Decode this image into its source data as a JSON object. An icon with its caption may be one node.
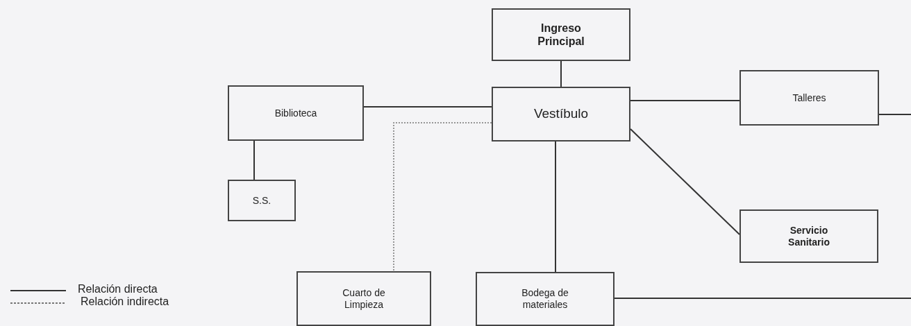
{
  "diagram": {
    "nodes": [
      {
        "text": [
          "Ingreso Principal"
        ]
      },
      {
        "text": [
          "Biblioteca"
        ]
      },
      {
        "text": [
          "Vestíbulo"
        ]
      },
      {
        "text": [
          "Talleres"
        ]
      },
      {
        "text": [
          "S.S."
        ]
      },
      {
        "text": [
          "Servicio Sanitario"
        ]
      },
      {
        "text": [
          "Cuarto de Limpieza"
        ]
      },
      {
        "text": [
          "Bodega de materiales"
        ]
      }
    ],
    "edges": [
      {
        "from": 0,
        "to": 2,
        "arrow": "none"
      },
      {
        "from": 1,
        "to": 2,
        "arrow": "none"
      },
      {
        "from": 2,
        "to": 3,
        "arrow": "none"
      },
      {
        "from": 1,
        "to": 4,
        "arrow": "none"
      },
      {
        "from": 2,
        "to": 5,
        "arrow": "none"
      },
      {
        "from": 2,
        "to": 6,
        "arrow": "none",
        "style": "dashed"
      },
      {
        "from": 2,
        "to": 7,
        "arrow": "none"
      },
      {
        "from": 3,
        "to": null,
        "arrow": "none"
      },
      {
        "from": 7,
        "to": null,
        "arrow": "none"
      }
    ],
    "legend": [
      {
        "text": "Relación directa"
      },
      {
        "text": "Relación indirecta"
      }
    ]
  }
}
